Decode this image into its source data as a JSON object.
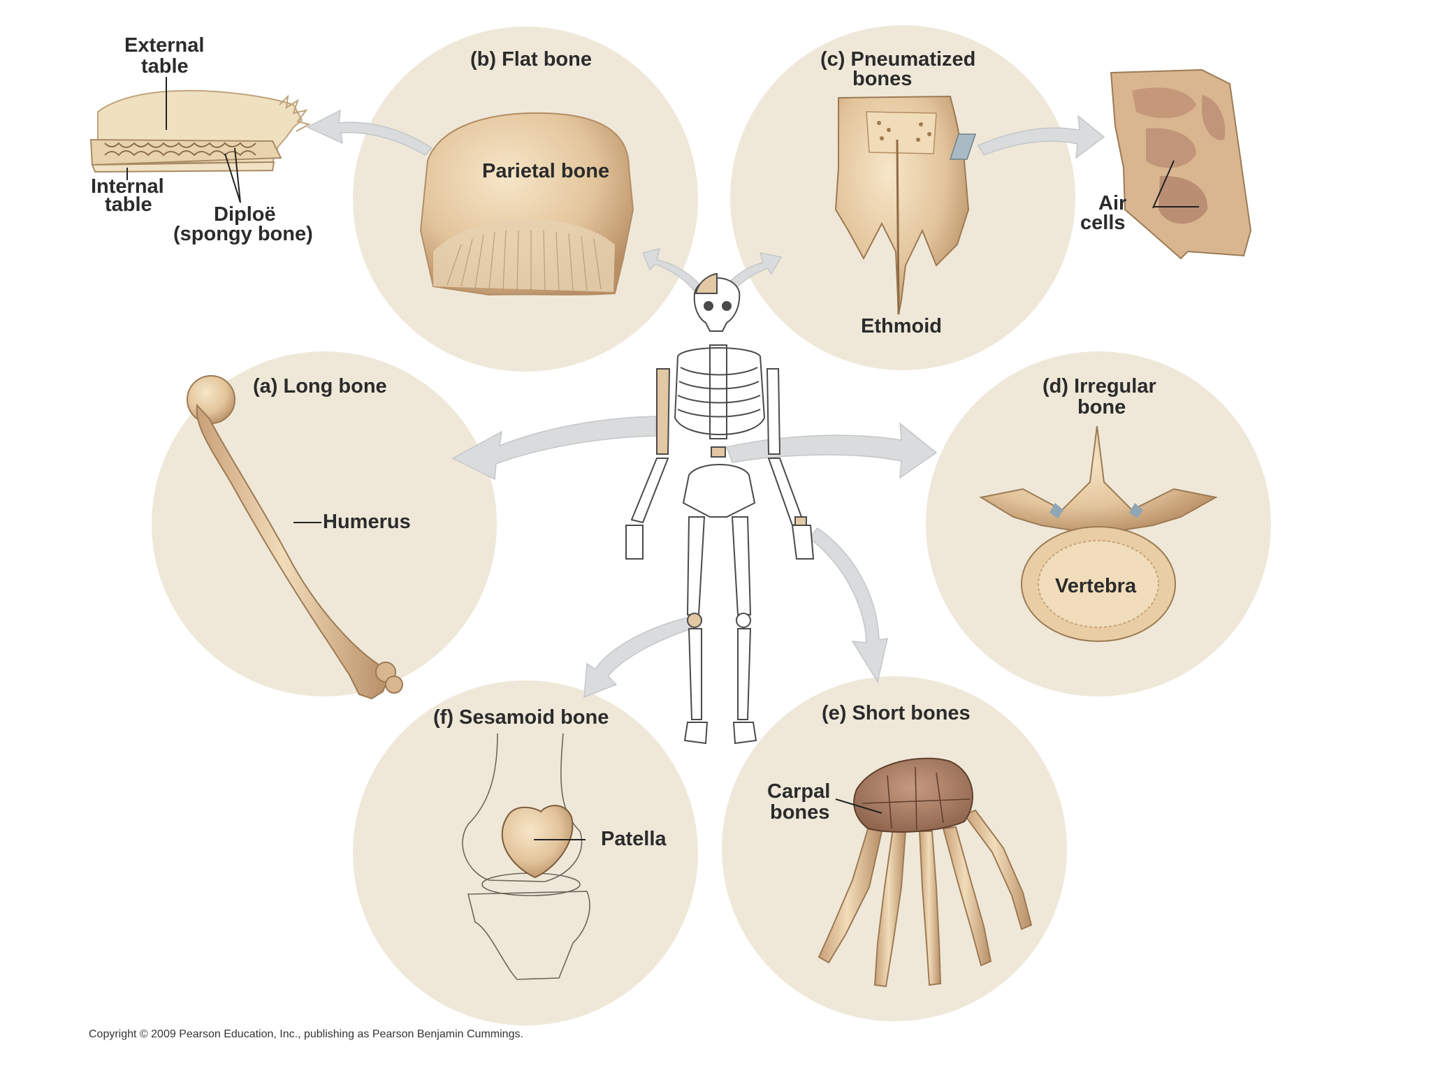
{
  "panels": {
    "flat": {
      "title": "(b) Flat bone",
      "label": "Parietal bone"
    },
    "pneumatized": {
      "title_line1": "(c) Pneumatized",
      "title_line2": "bones",
      "label": "Ethmoid"
    },
    "long": {
      "title": "(a) Long bone",
      "label": "Humerus"
    },
    "irregular": {
      "title_line1": "(d) Irregular",
      "title_line2": "bone",
      "label": "Vertebra"
    },
    "sesamoid": {
      "title": "(f) Sesamoid bone",
      "label": "Patella"
    },
    "short": {
      "title": "(e) Short bones",
      "label_line1": "Carpal",
      "label_line2": "bones"
    }
  },
  "flat_detail": {
    "external_line1": "External",
    "external_line2": "table",
    "internal_line1": "Internal",
    "internal_line2": "table",
    "diploe_line1": "Diploë",
    "diploe_line2": "(spongy bone)"
  },
  "air_detail": {
    "line1": "Air",
    "line2": "cells"
  },
  "copyright": "Copyright © 2009 Pearson Education, Inc., publishing as Pearson Benjamin Cummings.",
  "colors": {
    "panel": "#efe8d9",
    "bone": "#e8cfa6",
    "bone_dark": "#c9a27a",
    "bone_shadow": "#a8845f",
    "carpal": "#a47a61",
    "arrow": "#d9dbdc",
    "highlight": "#e2c8a3"
  }
}
